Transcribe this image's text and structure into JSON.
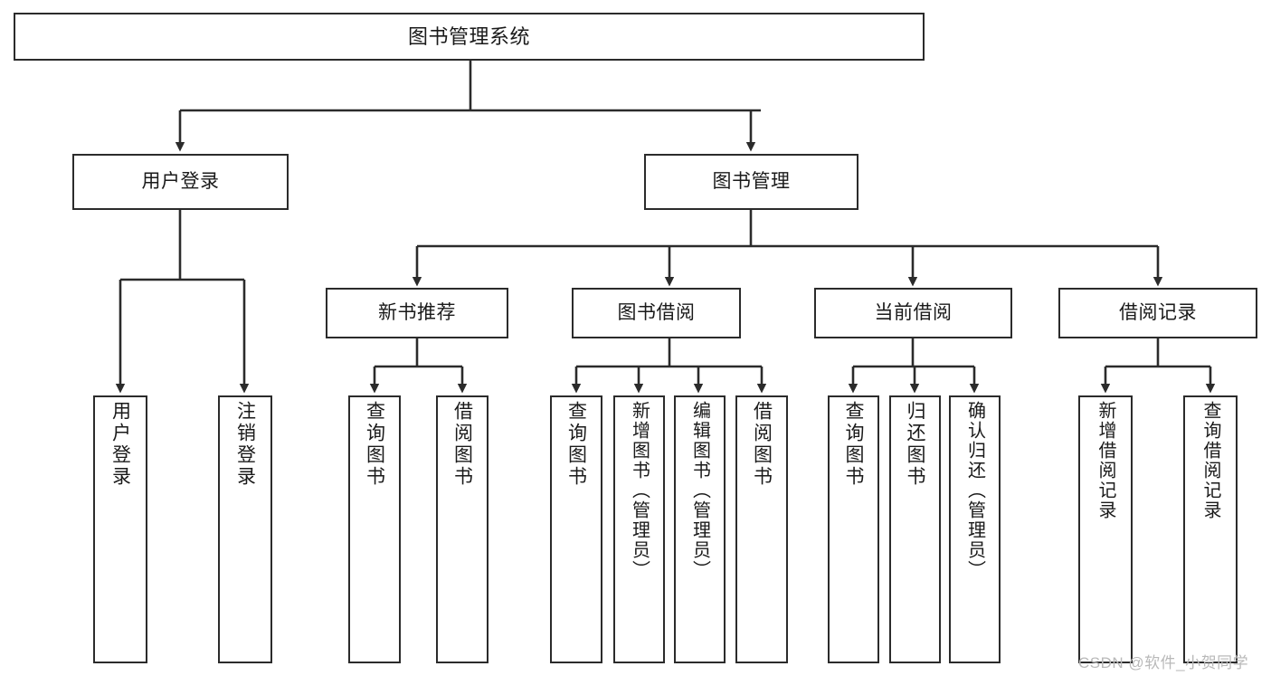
{
  "diagram": {
    "title": "图书管理系统",
    "type": "hierarchy-tree",
    "nodes": {
      "root": {
        "label": "图书管理系统"
      },
      "level2": [
        {
          "id": "user-login",
          "label": "用户登录"
        },
        {
          "id": "book-management",
          "label": "图书管理"
        }
      ],
      "level3": [
        {
          "id": "new-book-recommend",
          "label": "新书推荐"
        },
        {
          "id": "book-borrow",
          "label": "图书借阅"
        },
        {
          "id": "current-borrow",
          "label": "当前借阅"
        },
        {
          "id": "borrow-record",
          "label": "借阅记录"
        }
      ],
      "leaves": [
        {
          "id": "leaf-user-login",
          "label": "用户登录",
          "parent": "user-login"
        },
        {
          "id": "leaf-logout-login",
          "label": "注销登录",
          "parent": "user-login"
        },
        {
          "id": "leaf-query-book-1",
          "label": "查询图书",
          "parent": "new-book-recommend"
        },
        {
          "id": "leaf-borrow-book-1",
          "label": "借阅图书",
          "parent": "new-book-recommend"
        },
        {
          "id": "leaf-query-book-2",
          "label": "查询图书",
          "parent": "book-borrow"
        },
        {
          "id": "leaf-add-book",
          "label": "新增图书（管理员）",
          "parent": "book-borrow"
        },
        {
          "id": "leaf-edit-book",
          "label": "编辑图书（管理员）",
          "parent": "book-borrow"
        },
        {
          "id": "leaf-borrow-book-2",
          "label": "借阅图书",
          "parent": "book-borrow"
        },
        {
          "id": "leaf-query-book-3",
          "label": "查询图书",
          "parent": "current-borrow"
        },
        {
          "id": "leaf-return-book",
          "label": "归还图书",
          "parent": "current-borrow"
        },
        {
          "id": "leaf-confirm-return",
          "label": "确认归还（管理员）",
          "parent": "current-borrow"
        },
        {
          "id": "leaf-add-record",
          "label": "新增借阅记录",
          "parent": "borrow-record"
        },
        {
          "id": "leaf-query-record",
          "label": "查询借阅记录",
          "parent": "borrow-record"
        }
      ]
    },
    "watermark": "CSDN @软件_小贺同学",
    "colors": {
      "stroke": "#2b2b2b",
      "background": "#ffffff",
      "text": "#1a1a1a",
      "watermark": "#b9b9b9"
    }
  }
}
